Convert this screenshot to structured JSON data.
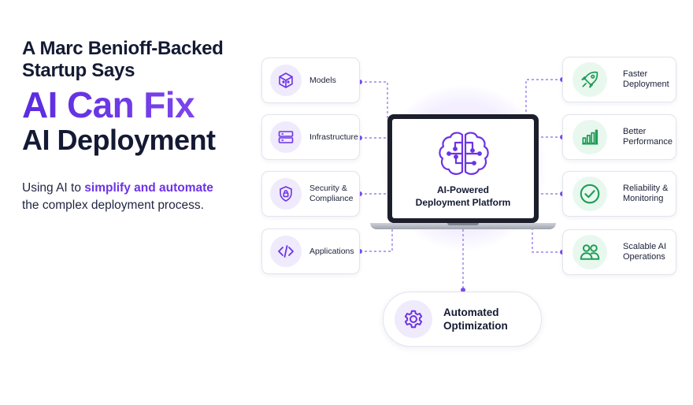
{
  "headline": {
    "line1": "A Marc Benioff-Backed",
    "line2": "Startup Says",
    "accent": "AI Can Fix",
    "line3": "AI Deployment"
  },
  "tagline": {
    "before": "Using AI to ",
    "highlight": "simplify and automate",
    "after": "the complex deployment process."
  },
  "center": {
    "title_line1": "AI-Powered",
    "title_line2": "Deployment Platform",
    "icon": "brain-circuit-icon"
  },
  "left_cards": [
    {
      "line1": "Models",
      "line2": "",
      "icon": "cube-icon"
    },
    {
      "line1": "Infrastructure",
      "line2": "",
      "icon": "server-icon"
    },
    {
      "line1": "Security &",
      "line2": "Compliance",
      "icon": "shield-lock-icon"
    },
    {
      "line1": "Applications",
      "line2": "",
      "icon": "code-icon"
    }
  ],
  "right_cards": [
    {
      "line1": "Faster",
      "line2": "Deployment",
      "icon": "rocket-icon"
    },
    {
      "line1": "Better",
      "line2": "Performance",
      "icon": "bar-chart-icon"
    },
    {
      "line1": "Reliability &",
      "line2": "Monitoring",
      "icon": "check-circle-icon"
    },
    {
      "line1": "Scalable AI",
      "line2": "Operations",
      "icon": "users-icon"
    }
  ],
  "bottom_card": {
    "line1": "Automated",
    "line2": "Optimization",
    "icon": "gear-icon"
  },
  "colors": {
    "accent": "#6d33e6",
    "green": "#1f9d57",
    "ink": "#141a33",
    "dot": "#7b4ff0"
  }
}
